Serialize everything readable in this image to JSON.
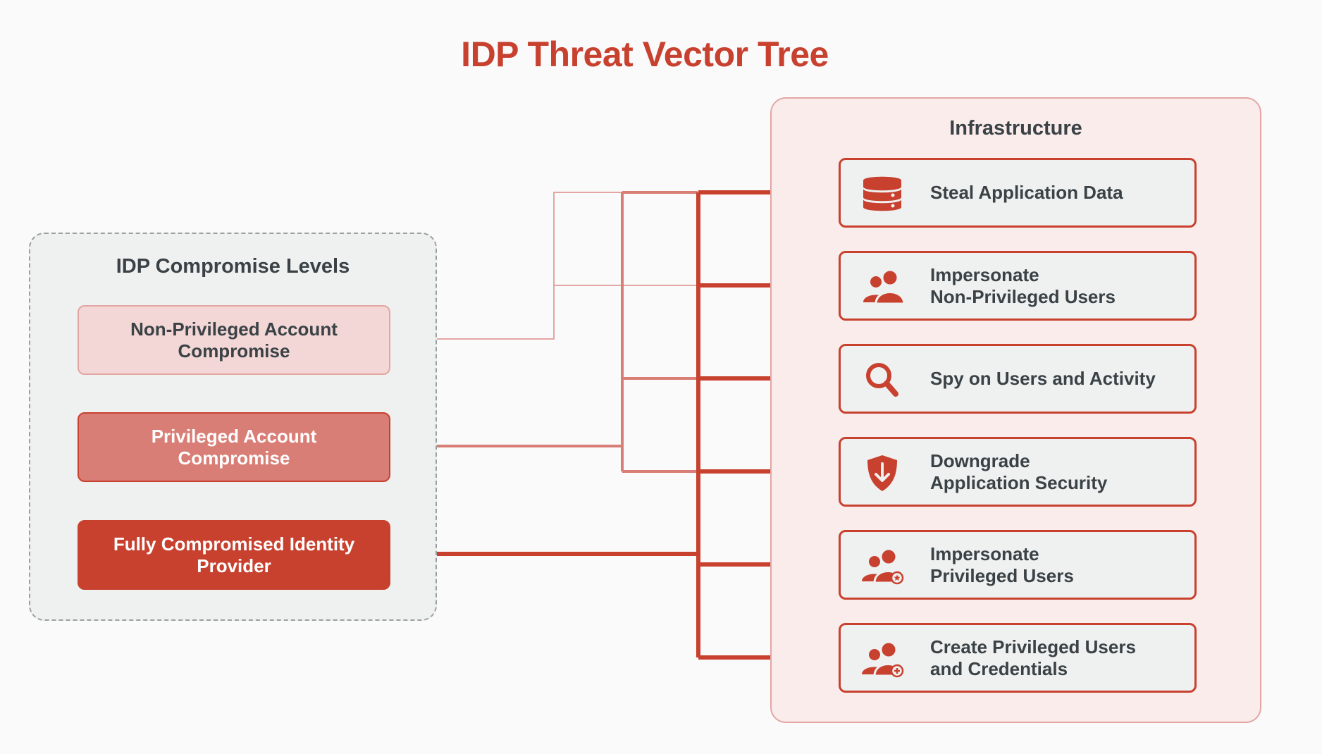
{
  "title": "IDP Threat Vector Tree",
  "left_panel": {
    "title": "IDP Compromise Levels",
    "levels": [
      {
        "label": "Non-Privileged Account Compromise"
      },
      {
        "label": "Privileged Account Compromise"
      },
      {
        "label": "Fully Compromised Identity Provider"
      }
    ]
  },
  "right_panel": {
    "title": "Infrastructure",
    "outcomes": [
      {
        "line1": "Steal Application Data",
        "line2": "",
        "icon": "database-icon"
      },
      {
        "line1": "Impersonate",
        "line2": "Non-Privileged Users",
        "icon": "users-icon"
      },
      {
        "line1": "Spy on Users and Activity",
        "line2": "",
        "icon": "magnifier-icon"
      },
      {
        "line1": "Downgrade",
        "line2": "Application Security",
        "icon": "shield-down-icon"
      },
      {
        "line1": "Impersonate",
        "line2": "Privileged Users",
        "icon": "privileged-users-icon"
      },
      {
        "line1": "Create Privileged Users",
        "line2": "and Credentials",
        "icon": "add-privileged-users-icon"
      }
    ]
  },
  "colors": {
    "accent": "#c8412f",
    "medium": "#d97e76",
    "light": "#e3a6a3",
    "text": "#3a4246"
  }
}
